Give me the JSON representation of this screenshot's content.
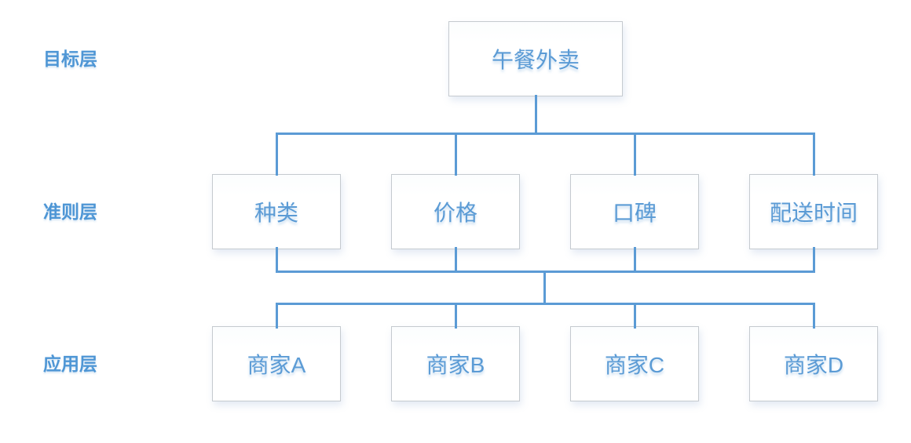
{
  "layers": {
    "goal_label": "目标层",
    "criteria_label": "准则层",
    "application_label": "应用层"
  },
  "nodes": {
    "goal": "午餐外卖",
    "criteria": [
      "种类",
      "价格",
      "口碑",
      "配送时间"
    ],
    "applications": [
      "商家A",
      "商家B",
      "商家C",
      "商家D"
    ]
  },
  "colors": {
    "accent_blue": "#5B9BD5",
    "box_border": "#C5CACF",
    "label_blue": "#4E96D5"
  }
}
